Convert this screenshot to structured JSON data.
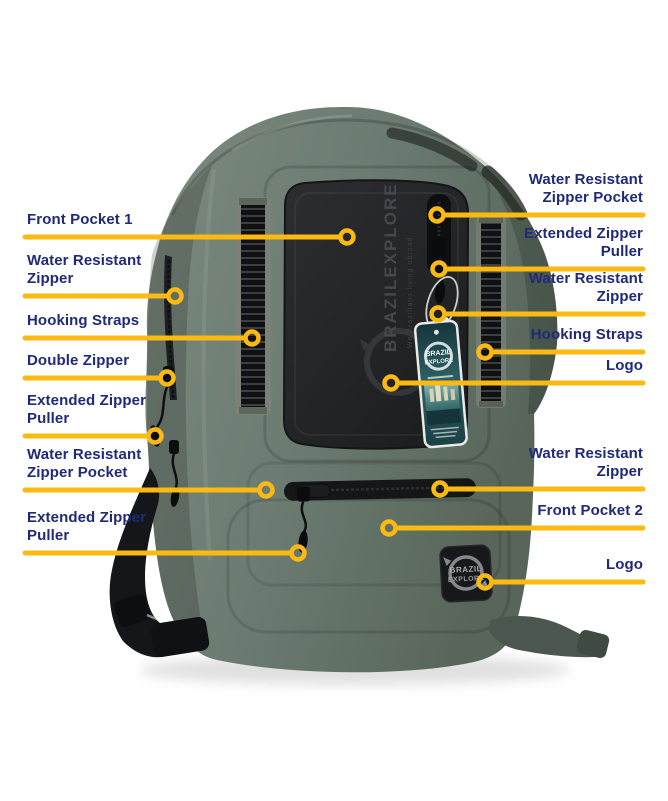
{
  "colors": {
    "label_text": "#1F2A78",
    "callout_line": "#FBBA12",
    "bag_green": "#6D7C72",
    "panel_black": "#232527",
    "background": "#FFFFFF"
  },
  "product": {
    "panel_brand_text": "BRAZILEXPLORE",
    "panel_tagline": "We Brazilians living abroad",
    "patch_logo_line1": "BRAZIL",
    "patch_logo_line2": "EXPLORE",
    "tag_logo_line1": "BRAZIL",
    "tag_logo_line2": "EXPLORE"
  },
  "callouts": {
    "left": [
      {
        "label": "Front Pocket 1"
      },
      {
        "label": "Water Resistant Zipper"
      },
      {
        "label": "Hooking Straps"
      },
      {
        "label": "Double Zipper"
      },
      {
        "label": "Extended Zipper Puller"
      },
      {
        "label": "Water Resistant Zipper Pocket"
      },
      {
        "label": "Extended Zipper Puller"
      }
    ],
    "right": [
      {
        "label": "Water Resistant Zipper Pocket"
      },
      {
        "label": "Extended Zipper Puller"
      },
      {
        "label": "Water Resistant Zipper"
      },
      {
        "label": "Hooking Straps"
      },
      {
        "label": "Logo"
      },
      {
        "label": "Water Resistant Zipper"
      },
      {
        "label": "Front Pocket 2"
      },
      {
        "label": "Logo"
      }
    ]
  }
}
